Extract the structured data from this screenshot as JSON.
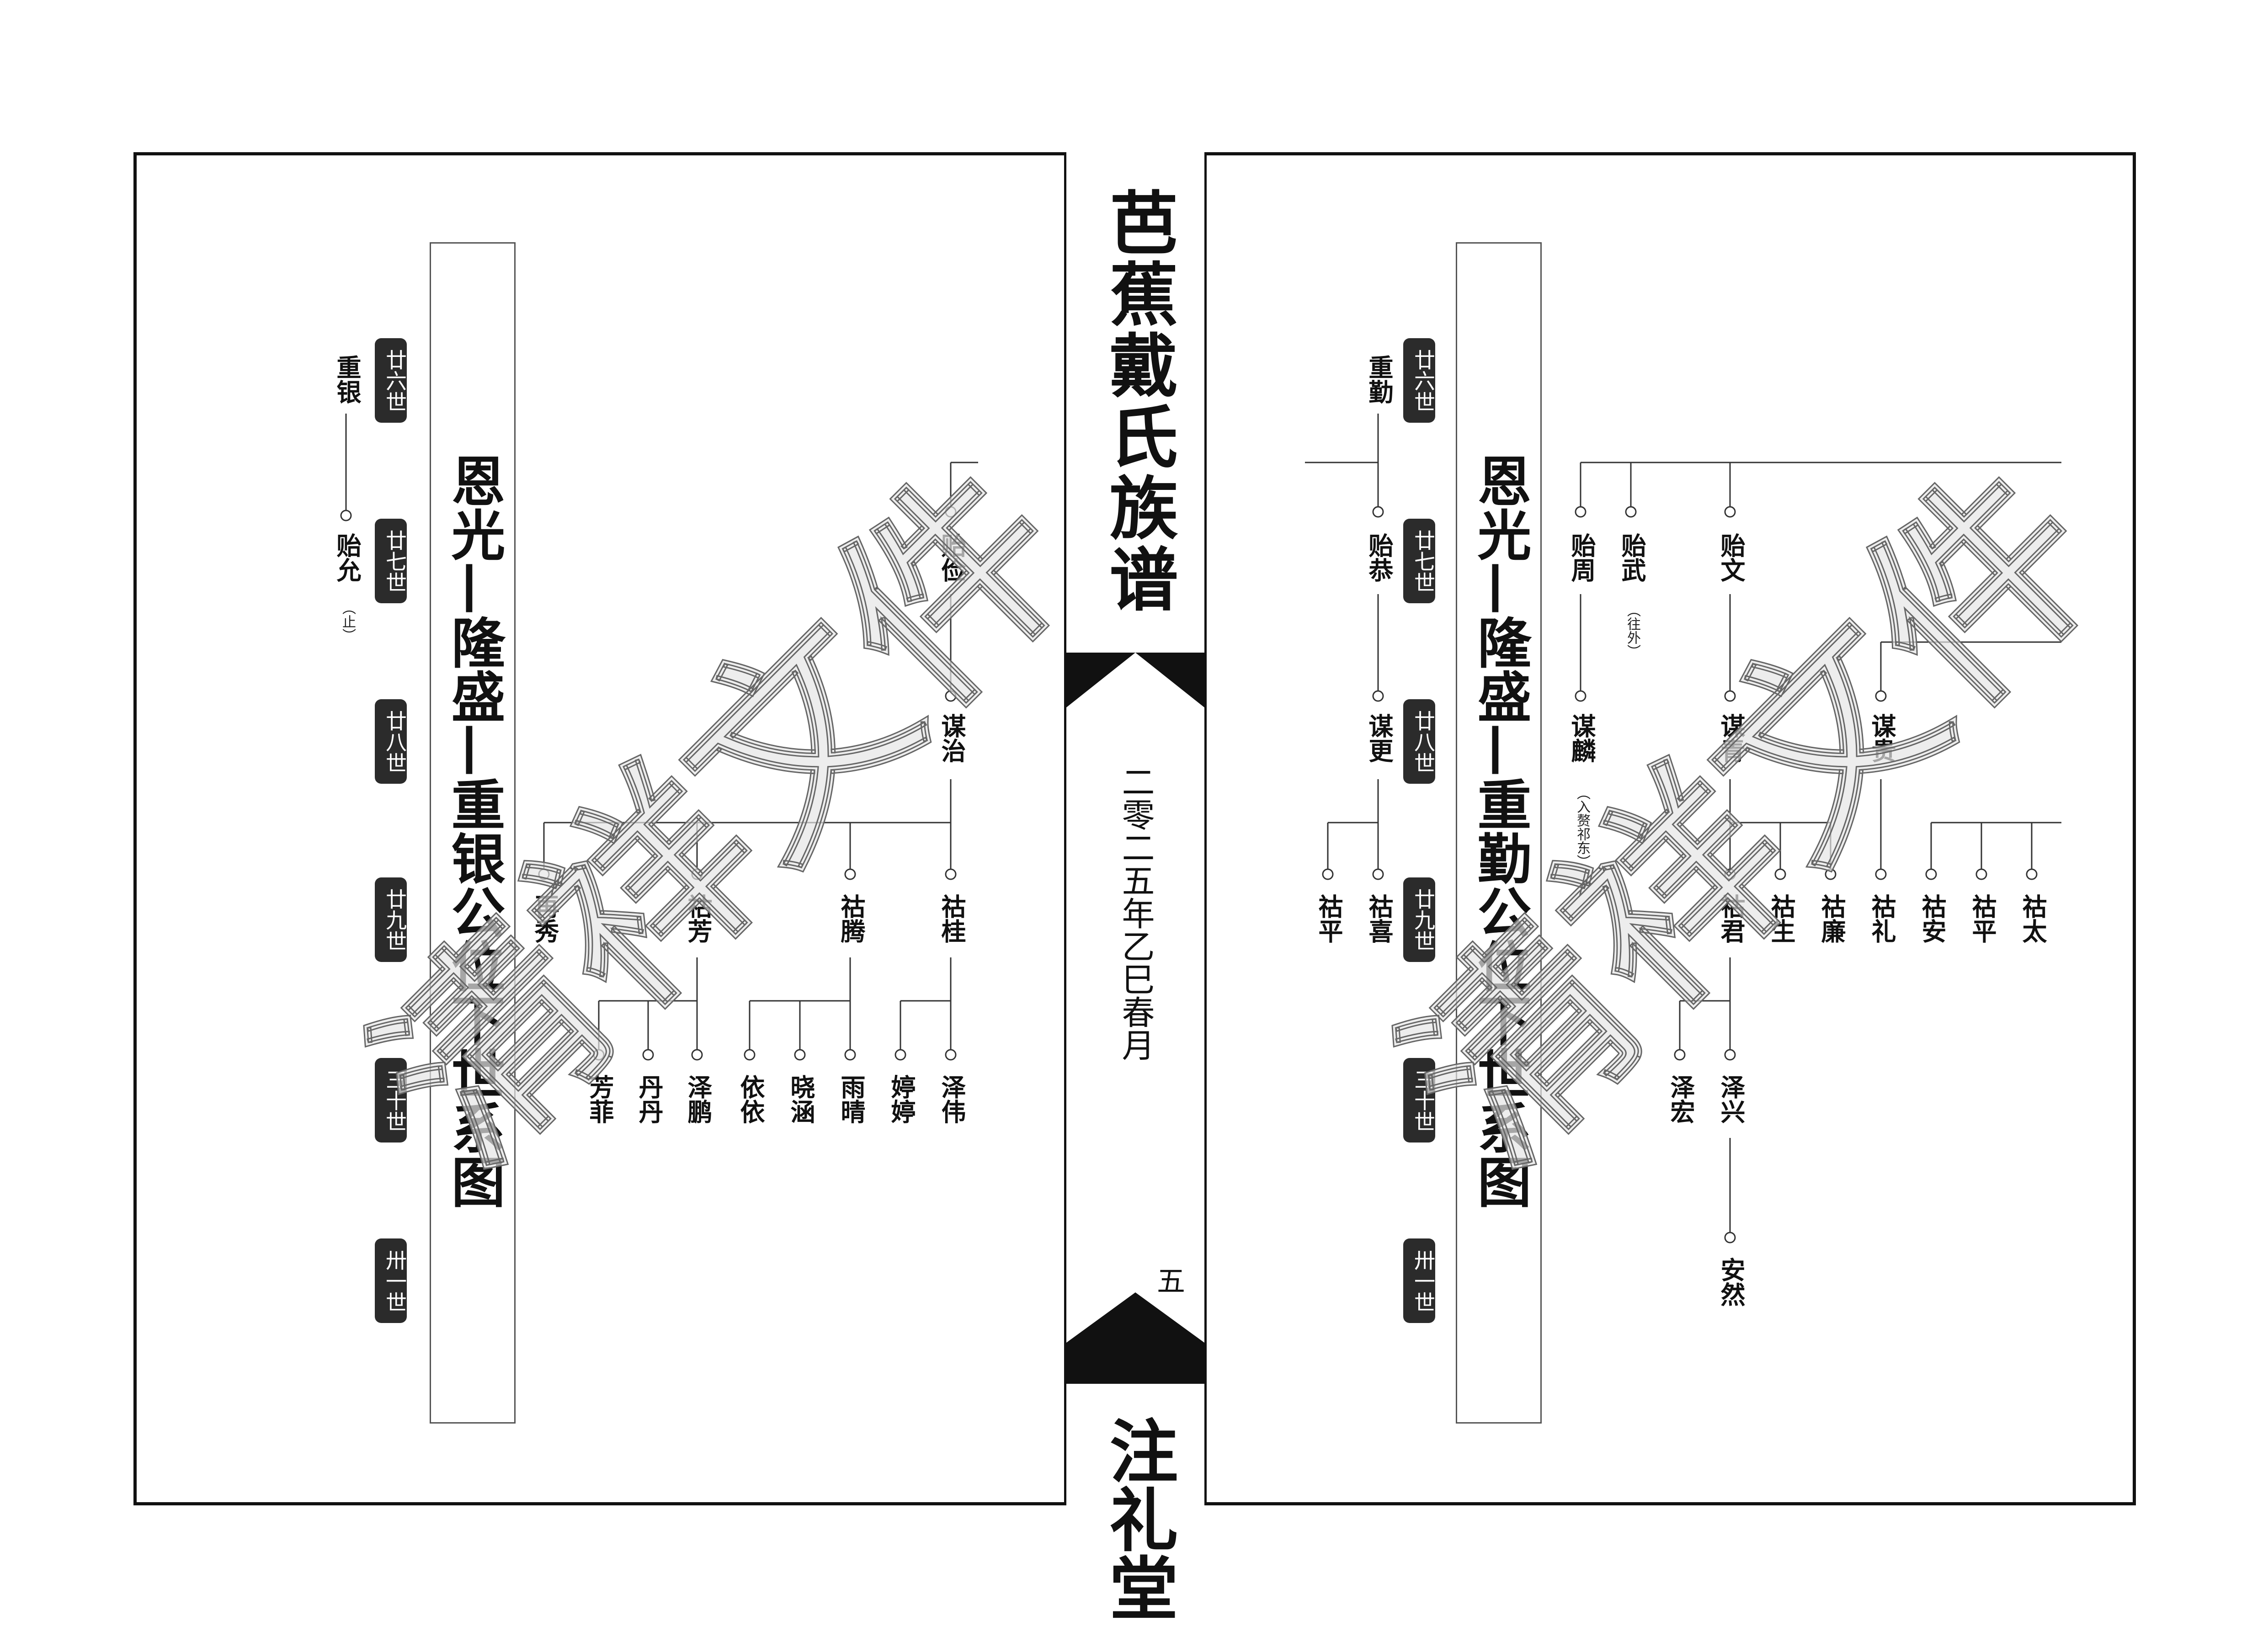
{
  "spine": {
    "book_title": "芭蕉戴氏族谱",
    "date": "二零二五年乙巳春月",
    "page_number": "五",
    "hall_name": "注礼堂"
  },
  "left_page": {
    "title": "恩光—隆盛—重银公位下世系图",
    "generations": [
      "廿六世",
      "廿七世",
      "廿八世",
      "廿九世",
      "三十世",
      "卅一世"
    ],
    "names": {
      "zhongyin": "重银",
      "yiyun": "贻允",
      "yiyun_note": "（止）",
      "yijian": "贻俭",
      "mouzhi": "谋治",
      "zaixiu": "再秀",
      "hufang": "祜芳",
      "huteng": "祜腾",
      "hugui": "祜桂",
      "fangfei": "芳菲",
      "dandan": "丹丹",
      "zepeng": "泽鹏",
      "yiyi": "依依",
      "xiaohan": "晓涵",
      "yuqing": "雨晴",
      "tingting": "婷婷",
      "zewei": "泽伟"
    }
  },
  "right_page": {
    "title": "恩光—隆盛—重勤公位下世系图",
    "generations": [
      "廿六世",
      "廿七世",
      "廿八世",
      "廿九世",
      "三十世",
      "卅一世"
    ],
    "names": {
      "zhongqin": "重勤",
      "yigong": "贻恭",
      "mougeng": "谋更",
      "huping1": "祜平",
      "huxi": "祜喜",
      "yizhou": "贻周",
      "moulin": "谋麟",
      "moulin_note": "（入赘祁东）",
      "yiwu": "贻武",
      "yiwu_note": "（往外）",
      "yiwen": "贻文",
      "mouqing": "谋青",
      "hujun": "祜君",
      "zehong": "泽宏",
      "zexing": "泽兴",
      "anran": "安然",
      "hushng": "祜生",
      "hulian": "祜廉",
      "mougui": "谋贵",
      "huli": "祜礼",
      "huan": "祜安",
      "huping2": "祜平",
      "hutai": "祜太"
    }
  },
  "watermark": {
    "text": "清祥文件"
  }
}
